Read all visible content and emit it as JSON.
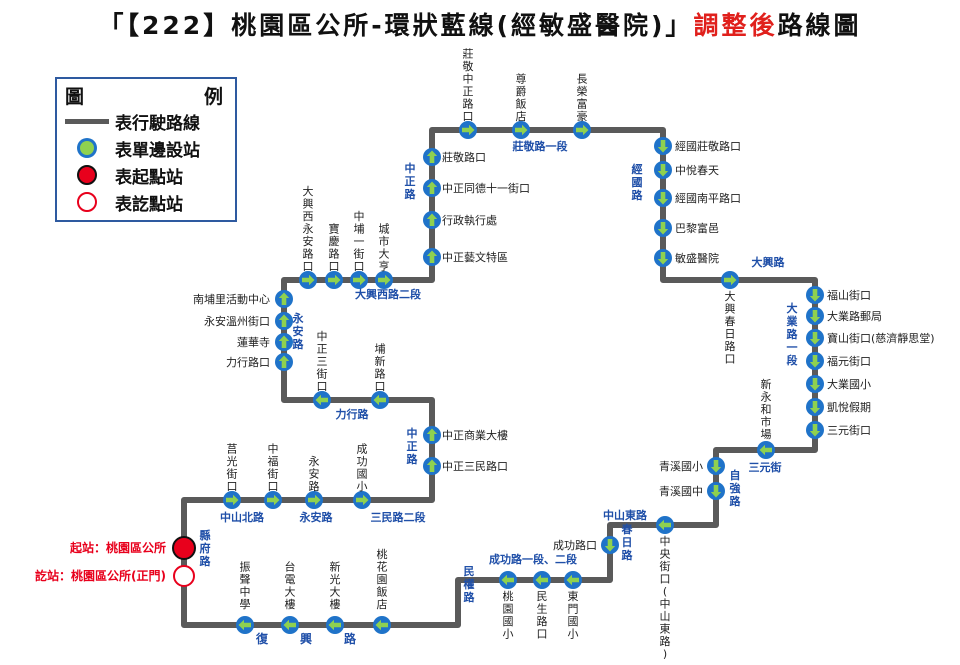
{
  "title": {
    "before": "「【222】桃園區公所-環狀藍線(經敏盛醫院)」",
    "highlight": "調整後",
    "after": "路線圖"
  },
  "legend": {
    "heading_left": "圖",
    "heading_right": "例",
    "items": [
      {
        "symbol": "line",
        "label": "表行駛路線"
      },
      {
        "symbol": "stop",
        "label": "表單邊設站"
      },
      {
        "symbol": "start",
        "label": "表起點站"
      },
      {
        "symbol": "end",
        "label": "表訖點站"
      }
    ]
  },
  "colors": {
    "route": "#5a5a5a",
    "stop_outer": "#1f73c9",
    "stop_inner": "#8fd14f",
    "road_label": "#1f4fa8",
    "terminal": "#e8001c",
    "stop_label": "#222222"
  },
  "terminals": {
    "start": "起站：桃園區公所",
    "end": "訖站：桃園區公所(正門)"
  },
  "stops": [
    {
      "name": "莒光街口",
      "dir": "right"
    },
    {
      "name": "中福街口",
      "dir": "right"
    },
    {
      "name": "永安路",
      "dir": "right"
    },
    {
      "name": "成功國小",
      "dir": "right"
    },
    {
      "name": "中正三民路口",
      "dir": "up"
    },
    {
      "name": "中正商業大樓",
      "dir": "up"
    },
    {
      "name": "埔新路口",
      "dir": "left"
    },
    {
      "name": "中正三街口",
      "dir": "left"
    },
    {
      "name": "力行路口",
      "dir": "up"
    },
    {
      "name": "蓮華寺",
      "dir": "up"
    },
    {
      "name": "永安溫州街口",
      "dir": "up"
    },
    {
      "name": "南埔里活動中心",
      "dir": "up"
    },
    {
      "name": "大興西永安路口",
      "dir": "right"
    },
    {
      "name": "寶慶路口",
      "dir": "right"
    },
    {
      "name": "中埔一街口",
      "dir": "right"
    },
    {
      "name": "城市大亨",
      "dir": "right"
    },
    {
      "name": "中正藝文特區",
      "dir": "up"
    },
    {
      "name": "行政執行處",
      "dir": "up"
    },
    {
      "name": "中正同德十一街口",
      "dir": "up"
    },
    {
      "name": "莊敬路口",
      "dir": "up"
    },
    {
      "name": "莊敬中正路口",
      "dir": "right"
    },
    {
      "name": "尊爵飯店",
      "dir": "right"
    },
    {
      "name": "長榮富豪",
      "dir": "right"
    },
    {
      "name": "經國莊敬路口",
      "dir": "down"
    },
    {
      "name": "中悅春天",
      "dir": "down"
    },
    {
      "name": "經國南平路口",
      "dir": "down"
    },
    {
      "name": "巴黎富邑",
      "dir": "down"
    },
    {
      "name": "敏盛醫院",
      "dir": "down"
    },
    {
      "name": "大興春日路口",
      "dir": "right"
    },
    {
      "name": "福山街口",
      "dir": "down"
    },
    {
      "name": "大業路郵局",
      "dir": "down"
    },
    {
      "name": "寶山街口(慈濟靜思堂)",
      "dir": "down"
    },
    {
      "name": "福元街口",
      "dir": "down"
    },
    {
      "name": "大業國小",
      "dir": "down"
    },
    {
      "name": "凱悅假期",
      "dir": "down"
    },
    {
      "name": "三元街口",
      "dir": "down"
    },
    {
      "name": "新永和市場",
      "dir": "left"
    },
    {
      "name": "青溪國小",
      "dir": "down"
    },
    {
      "name": "青溪國中",
      "dir": "down"
    },
    {
      "name": "中央街口(中山東路)",
      "dir": "left"
    },
    {
      "name": "成功路口",
      "dir": "down"
    },
    {
      "name": "東門國小",
      "dir": "left"
    },
    {
      "name": "民生路口",
      "dir": "left"
    },
    {
      "name": "桃園國小",
      "dir": "left"
    },
    {
      "name": "桃花園飯店",
      "dir": "left"
    },
    {
      "name": "新光大樓",
      "dir": "left"
    },
    {
      "name": "台電大樓",
      "dir": "left"
    },
    {
      "name": "振聲中學",
      "dir": "left"
    }
  ],
  "roads": [
    "縣府路",
    "中山北路",
    "永安路",
    "三民路二段",
    "中正路",
    "力行路",
    "永安路",
    "大興西路二段",
    "中正路",
    "莊敬路一段",
    "經國路",
    "大興路",
    "大業路一段",
    "三元街",
    "自強路",
    "中山東路",
    "春日路",
    "成功路一段、二段",
    "民權路",
    "復興路"
  ]
}
